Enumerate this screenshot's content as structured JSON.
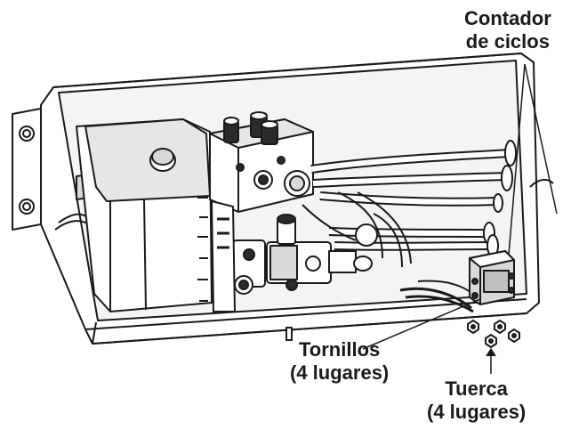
{
  "callouts": {
    "counter": {
      "line1": "Contador",
      "line2": "de ciclos"
    },
    "screws": {
      "line1": "Tornillos",
      "line2": "(4 lugares)"
    },
    "nut": {
      "line1": "Tuerca",
      "line2": "(4 lugares)"
    }
  },
  "colors": {
    "line": "#1a1a1a",
    "fill_light": "#ffffff",
    "fill_shade": "#d9d9d9",
    "fill_dark": "#2b2b2b"
  }
}
